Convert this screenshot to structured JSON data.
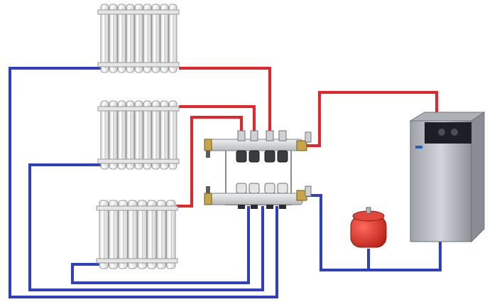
{
  "colors": {
    "supply": "#e8242b",
    "return": "#2f3fc2",
    "radiator_fill": "#f4f4f4",
    "radiator_stroke": "#9a9a9a",
    "manifold_body": "#d9dadc",
    "boiler_body": "#c4c7cc",
    "boiler_panel": "#1d1f24",
    "expansion_tank": "#d92b1f"
  },
  "components": {
    "radiators": [
      {
        "name": "radiator-top",
        "sections": 9
      },
      {
        "name": "radiator-middle",
        "sections": 9
      },
      {
        "name": "radiator-bottom",
        "sections": 8
      }
    ],
    "manifold": {
      "supply_outlets": 4,
      "return_inlets": 4
    },
    "boiler": {
      "icon": "boiler-icon"
    },
    "expansion_tank": {
      "icon": "tank-icon"
    }
  }
}
